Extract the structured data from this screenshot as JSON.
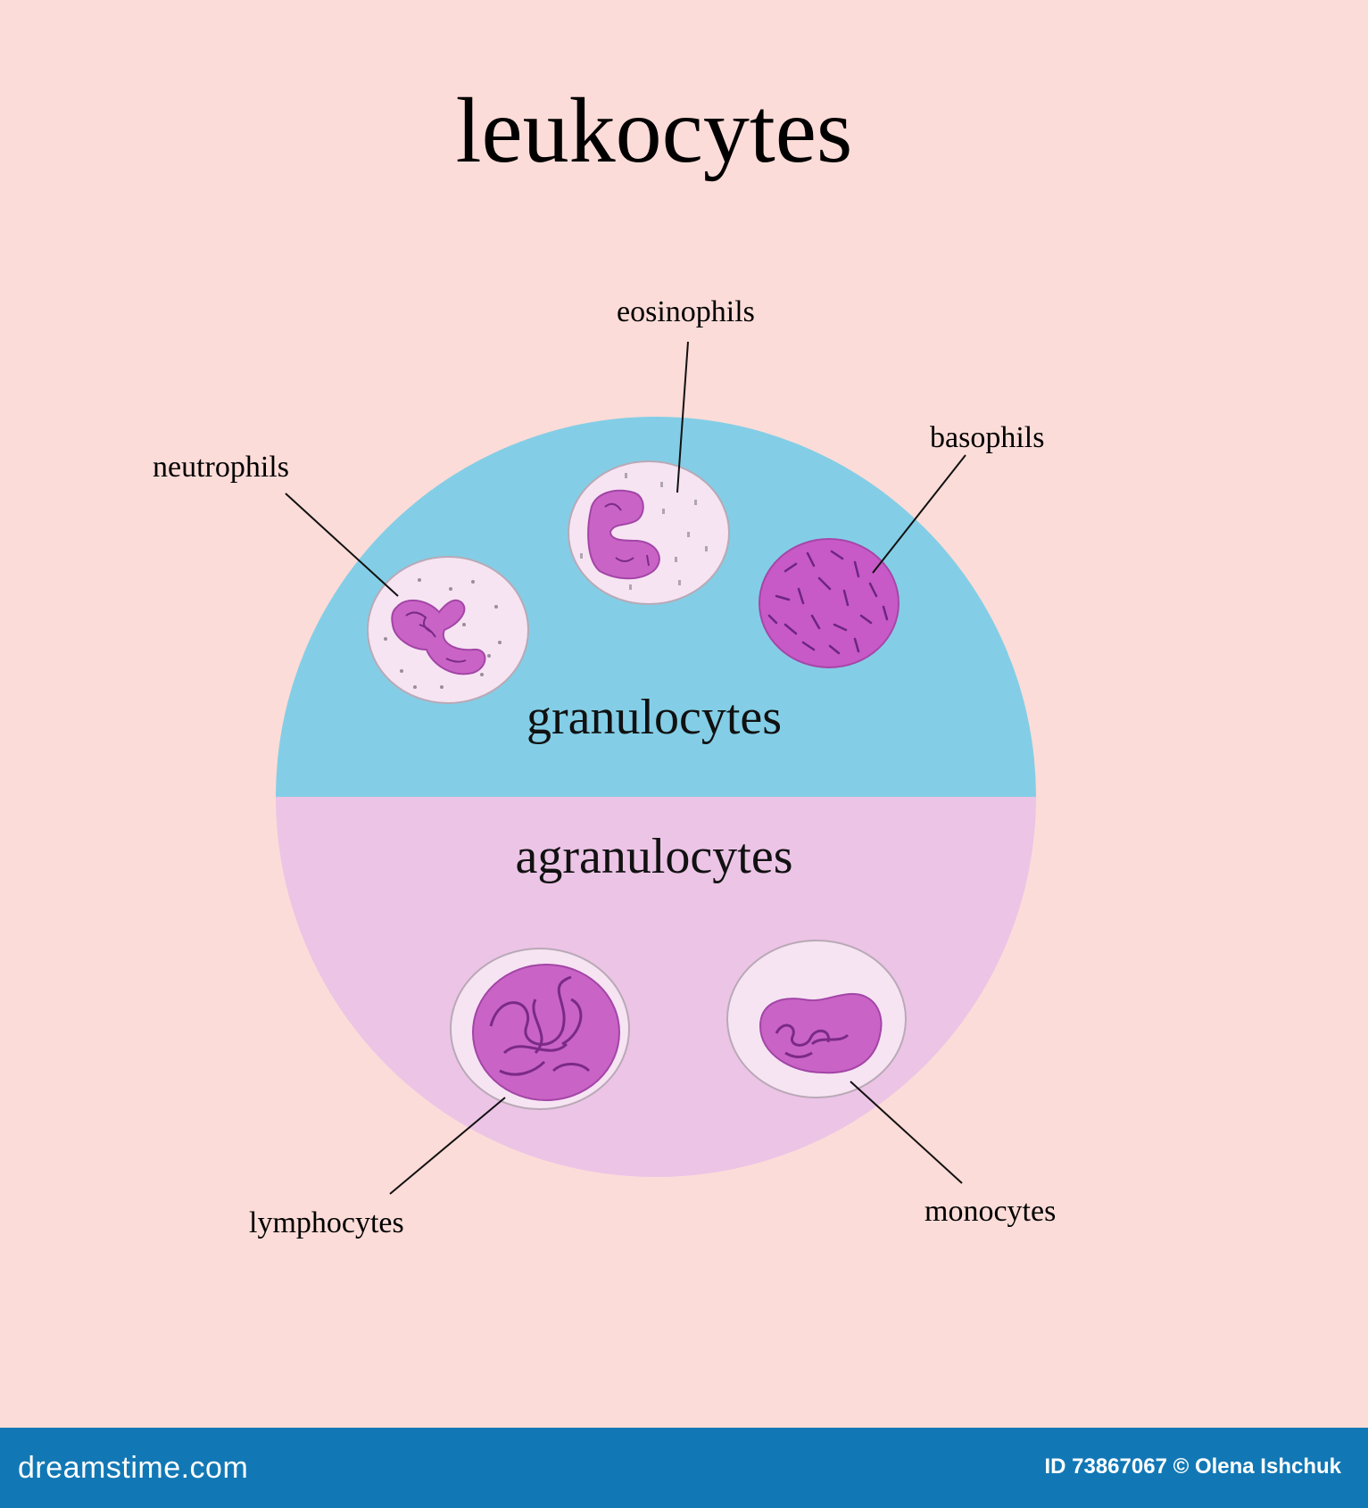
{
  "title": "leukocytes",
  "groups": {
    "top": "granulocytes",
    "bottom": "agranulocytes"
  },
  "cells": {
    "neutrophils": "neutrophils",
    "eosinophils": "eosinophils",
    "basophils": "basophils",
    "lymphocytes": "lymphocytes",
    "monocytes": "monocytes"
  },
  "colors": {
    "background": "#fcdcd8",
    "granulocytes_fill": "#83cee6",
    "agranulocytes_fill": "#ecc4e6",
    "cell_body": "#f6e4f3",
    "nucleus": "#c964c6",
    "basophil": "#c75ac7",
    "footer": "#1278b5"
  },
  "footer": {
    "brand": "dreamstime.com",
    "credit": "ID 73867067 © Olena Ishchuk"
  }
}
